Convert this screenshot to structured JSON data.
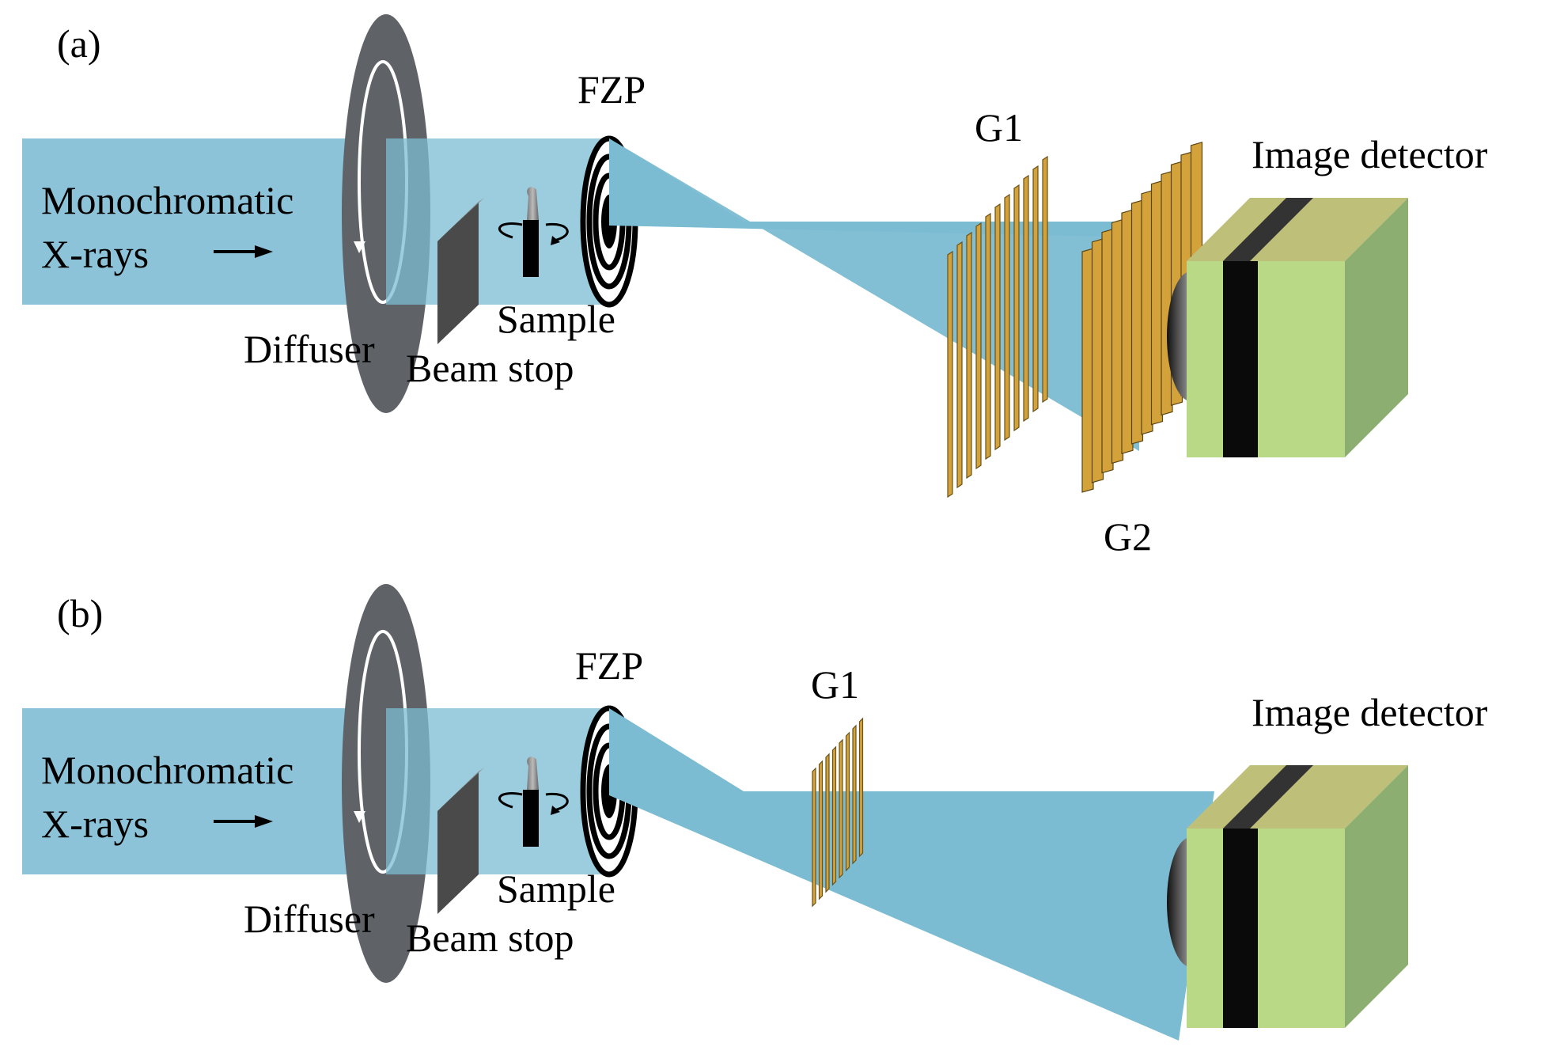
{
  "colors": {
    "beam": "#7bbcd3",
    "diffuser": "#555a60",
    "beam_stop": "#4a4a4a",
    "grating": "#d4a23a",
    "detector_front": "#b9d987",
    "detector_top": "#bebf78",
    "detector_side": "#8cae70",
    "lens": "#2a2a2a"
  },
  "panels": [
    {
      "id": "a",
      "panel_label": "(a)",
      "source_label_line1": "Monochromatic",
      "source_label_line2": "X-rays",
      "diffuser_label": "Diffuser",
      "beam_stop_label": "Beam stop",
      "sample_label": "Sample",
      "fzp_label": "FZP",
      "g1_label": "G1",
      "g2_label": "G2",
      "detector_label": "Image detector"
    },
    {
      "id": "b",
      "panel_label": "(b)",
      "source_label_line1": "Monochromatic",
      "source_label_line2": "X-rays",
      "diffuser_label": "Diffuser",
      "beam_stop_label": "Beam stop",
      "sample_label": "Sample",
      "fzp_label": "FZP",
      "g1_label": "G1",
      "detector_label": "Image detector"
    }
  ]
}
